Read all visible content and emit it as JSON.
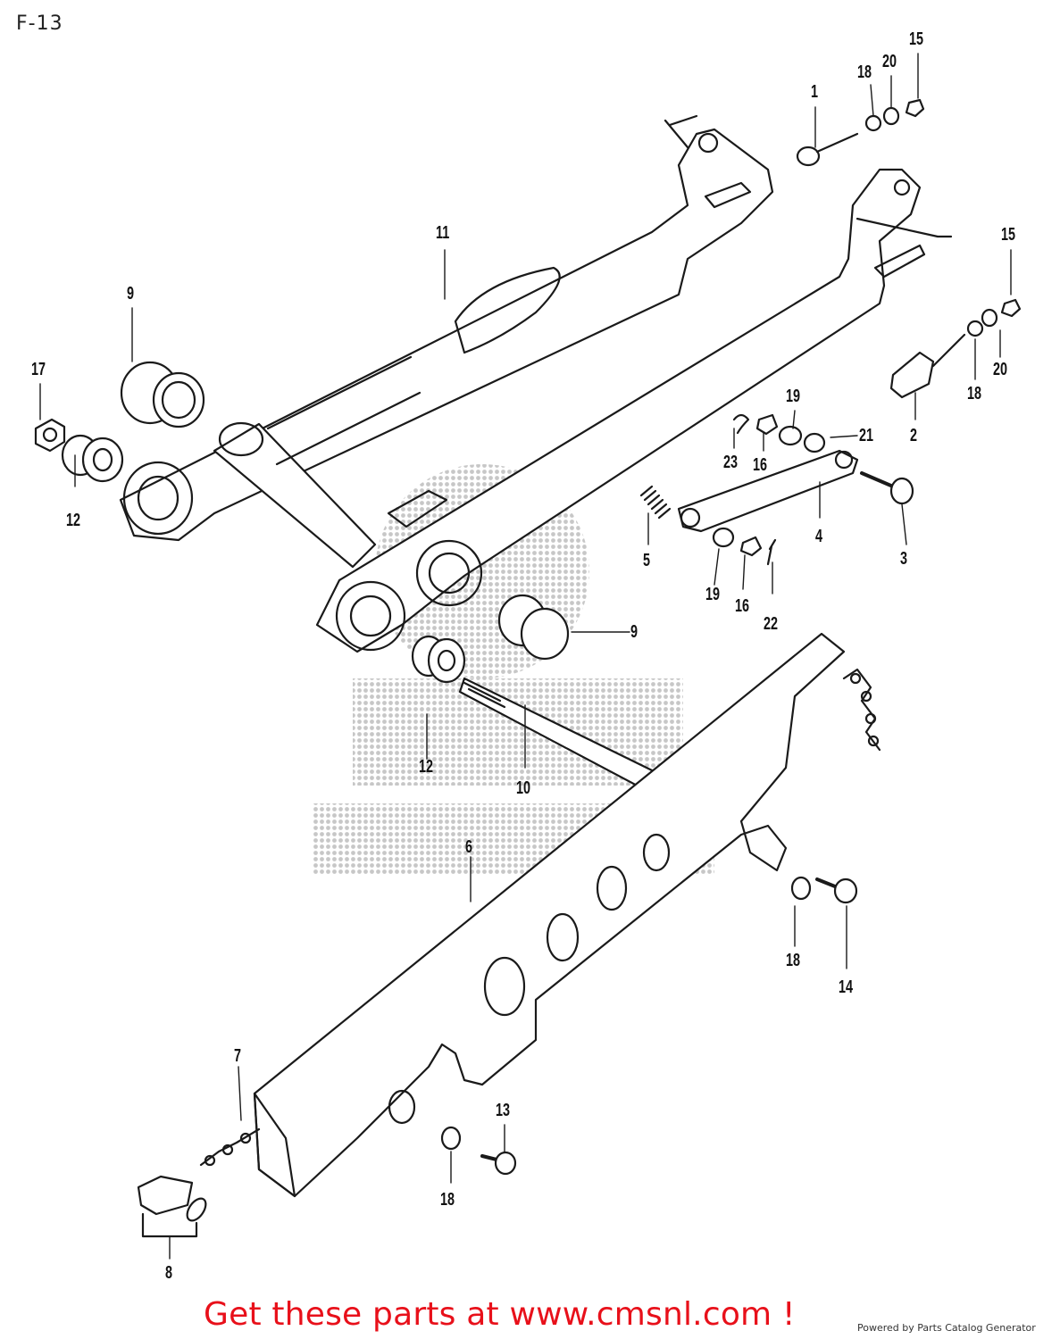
{
  "page_code": "F-13",
  "callouts": [
    {
      "id": "c1",
      "text": "1"
    },
    {
      "id": "c2",
      "text": "2"
    },
    {
      "id": "c3",
      "text": "3"
    },
    {
      "id": "c4",
      "text": "4"
    },
    {
      "id": "c5",
      "text": "5"
    },
    {
      "id": "c6",
      "text": "6"
    },
    {
      "id": "c7",
      "text": "7"
    },
    {
      "id": "c8",
      "text": "8"
    },
    {
      "id": "c9a",
      "text": "9"
    },
    {
      "id": "c9b",
      "text": "9"
    },
    {
      "id": "c10",
      "text": "10"
    },
    {
      "id": "c11",
      "text": "11"
    },
    {
      "id": "c12a",
      "text": "12"
    },
    {
      "id": "c12b",
      "text": "12"
    },
    {
      "id": "c13",
      "text": "13"
    },
    {
      "id": "c14",
      "text": "14"
    },
    {
      "id": "c15a",
      "text": "15"
    },
    {
      "id": "c15b",
      "text": "15"
    },
    {
      "id": "c16a",
      "text": "16"
    },
    {
      "id": "c16b",
      "text": "16"
    },
    {
      "id": "c17",
      "text": "17"
    },
    {
      "id": "c18a",
      "text": "18"
    },
    {
      "id": "c18b",
      "text": "18"
    },
    {
      "id": "c18c",
      "text": "18"
    },
    {
      "id": "c18d",
      "text": "18"
    },
    {
      "id": "c19a",
      "text": "19"
    },
    {
      "id": "c19b",
      "text": "19"
    },
    {
      "id": "c20a",
      "text": "20"
    },
    {
      "id": "c20b",
      "text": "20"
    },
    {
      "id": "c21",
      "text": "21"
    },
    {
      "id": "c22",
      "text": "22"
    },
    {
      "id": "c23",
      "text": "23"
    }
  ],
  "footer": {
    "link_text": "Get these parts at www.cmsnl.com !",
    "powered_by": "Powered by Parts Catalog Generator"
  },
  "colors": {
    "line": "#1a1a1a",
    "footer_link": "#e8101a",
    "watermark": "#9a9a9a"
  }
}
